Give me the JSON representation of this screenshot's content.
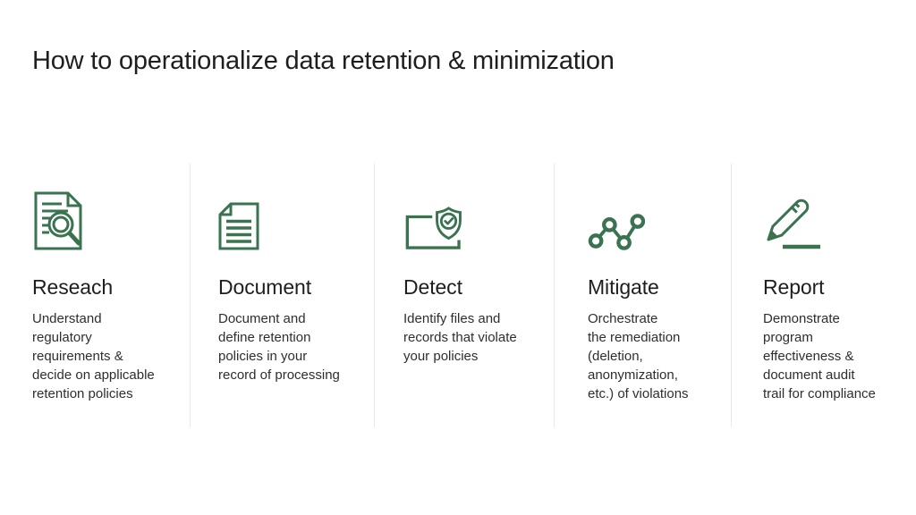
{
  "colors": {
    "accent": "#3A734F",
    "divider": "#E8E8E8",
    "title_text": "#1E1E1E",
    "body_text": "#2E2E2E",
    "background": "#FFFFFF"
  },
  "slide": {
    "title": "How to operationalize data retention & minimization",
    "steps": [
      {
        "icon": "document-magnifier-icon",
        "heading": "Reseach",
        "description": "Understand\nregulatory\nrequirements &\ndecide on applicable\nretention policies"
      },
      {
        "icon": "document-lines-icon",
        "heading": "Document",
        "description": "Document and\ndefine retention\npolicies in your\nrecord of processing"
      },
      {
        "icon": "folder-shield-check-icon",
        "heading": "Detect",
        "description": "Identify files and\nrecords that violate\nyour policies"
      },
      {
        "icon": "connected-nodes-icon",
        "heading": "Mitigate",
        "description": "Orchestrate\nthe remediation\n(deletion,\nanonymization,\n etc.) of violations"
      },
      {
        "icon": "pencil-edit-icon",
        "heading": "Report",
        "description": "Demonstrate\nprogram\neffectiveness &\ndocument audit\ntrail for compliance"
      }
    ]
  }
}
